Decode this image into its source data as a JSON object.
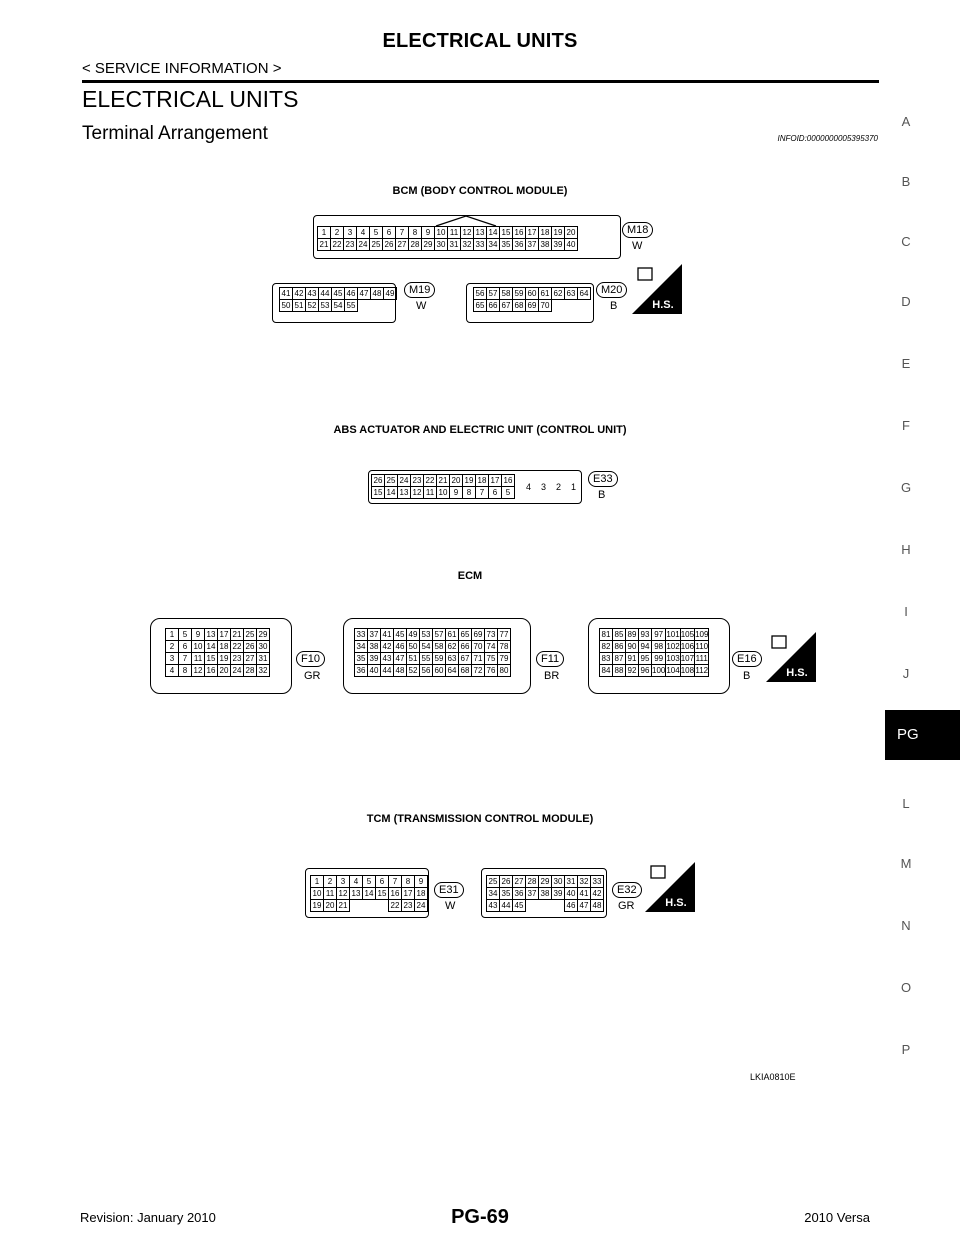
{
  "header": {
    "title": "ELECTRICAL UNITS",
    "breadcrumb": "< SERVICE INFORMATION >"
  },
  "section": {
    "title": "ELECTRICAL UNITS",
    "subtitle": "Terminal Arrangement",
    "info_id": "INFOID:0000000005395370"
  },
  "sidenav": {
    "letters": [
      "A",
      "B",
      "C",
      "D",
      "E",
      "F",
      "G",
      "H",
      "I",
      "J",
      "L",
      "M",
      "N",
      "O",
      "P"
    ],
    "active": "PG"
  },
  "diagrams": {
    "bcm": {
      "title": "BCM (BODY CONTROL MODULE)",
      "m18": {
        "tag": "M18",
        "color": "W",
        "rows": [
          [
            "1",
            "2",
            "3",
            "4",
            "5",
            "6",
            "7",
            "8",
            "9",
            "10",
            "11",
            "12",
            "13",
            "14",
            "15",
            "16",
            "17",
            "18",
            "19",
            "20"
          ],
          [
            "21",
            "22",
            "23",
            "24",
            "25",
            "26",
            "27",
            "28",
            "29",
            "30",
            "31",
            "32",
            "33",
            "34",
            "35",
            "36",
            "37",
            "38",
            "39",
            "40"
          ]
        ]
      },
      "m19": {
        "tag": "M19",
        "color": "W",
        "rows": [
          [
            "41",
            "42",
            "43",
            "44",
            "45",
            "46",
            "47",
            "48",
            "49"
          ],
          [
            "50",
            "51",
            "52",
            "53",
            "54",
            "55"
          ]
        ]
      },
      "m20": {
        "tag": "M20",
        "color": "B",
        "rows": [
          [
            "56",
            "57",
            "58",
            "59",
            "60",
            "61",
            "62",
            "63",
            "64"
          ],
          [
            "65",
            "66",
            "67",
            "68",
            "69",
            "70"
          ]
        ]
      },
      "hs": "H.S."
    },
    "abs": {
      "title": "ABS ACTUATOR AND ELECTRIC UNIT (CONTROL UNIT)",
      "e33": {
        "tag": "E33",
        "color": "B",
        "rows": [
          [
            "26",
            "25",
            "24",
            "23",
            "22",
            "21",
            "20",
            "19",
            "18",
            "17",
            "16"
          ],
          [
            "15",
            "14",
            "13",
            "12",
            "11",
            "10",
            "9",
            "8",
            "7",
            "6",
            "5"
          ]
        ],
        "large": [
          "4",
          "3",
          "2",
          "1"
        ]
      }
    },
    "ecm": {
      "title": "ECM",
      "f10": {
        "tag": "F10",
        "color": "GR",
        "rows": [
          [
            "1",
            "5",
            "9",
            "13",
            "17",
            "21",
            "25",
            "29"
          ],
          [
            "2",
            "6",
            "10",
            "14",
            "18",
            "22",
            "26",
            "30"
          ],
          [
            "3",
            "7",
            "11",
            "15",
            "19",
            "23",
            "27",
            "31"
          ],
          [
            "4",
            "8",
            "12",
            "16",
            "20",
            "24",
            "28",
            "32"
          ]
        ]
      },
      "f11": {
        "tag": "F11",
        "color": "BR",
        "rows": [
          [
            "33",
            "37",
            "41",
            "45",
            "49",
            "53",
            "57",
            "61",
            "65",
            "69",
            "73",
            "77"
          ],
          [
            "34",
            "38",
            "42",
            "46",
            "50",
            "54",
            "58",
            "62",
            "66",
            "70",
            "74",
            "78"
          ],
          [
            "35",
            "39",
            "43",
            "47",
            "51",
            "55",
            "59",
            "63",
            "67",
            "71",
            "75",
            "79"
          ],
          [
            "36",
            "40",
            "44",
            "48",
            "52",
            "56",
            "60",
            "64",
            "68",
            "72",
            "76",
            "80"
          ]
        ]
      },
      "e16": {
        "tag": "E16",
        "color": "B",
        "rows": [
          [
            "81",
            "85",
            "89",
            "93",
            "97",
            "101",
            "105",
            "109"
          ],
          [
            "82",
            "86",
            "90",
            "94",
            "98",
            "102",
            "106",
            "110"
          ],
          [
            "83",
            "87",
            "91",
            "95",
            "99",
            "103",
            "107",
            "111"
          ],
          [
            "84",
            "88",
            "92",
            "96",
            "100",
            "104",
            "108",
            "112"
          ]
        ]
      },
      "hs": "H.S."
    },
    "tcm": {
      "title": "TCM (TRANSMISSION CONTROL MODULE)",
      "e31": {
        "tag": "E31",
        "color": "W",
        "rows": [
          [
            "1",
            "2",
            "3",
            "4",
            "5",
            "6",
            "7",
            "8",
            "9"
          ],
          [
            "10",
            "11",
            "12",
            "13",
            "14",
            "15",
            "16",
            "17",
            "18"
          ],
          [
            "19",
            "20",
            "21",
            "",
            "",
            "",
            "22",
            "23",
            "24"
          ]
        ]
      },
      "e32": {
        "tag": "E32",
        "color": "GR",
        "rows": [
          [
            "25",
            "26",
            "27",
            "28",
            "29",
            "30",
            "31",
            "32",
            "33"
          ],
          [
            "34",
            "35",
            "36",
            "37",
            "38",
            "39",
            "40",
            "41",
            "42"
          ],
          [
            "43",
            "44",
            "45",
            "",
            "",
            "",
            "46",
            "47",
            "48"
          ]
        ]
      },
      "hs": "H.S."
    }
  },
  "figure_code": "LKIA0810E",
  "footer": {
    "revision": "Revision: January 2010",
    "page": "PG-69",
    "model": "2010 Versa"
  }
}
